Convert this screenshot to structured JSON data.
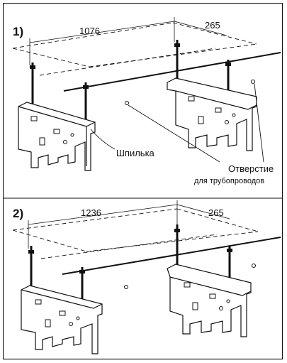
{
  "panels": [
    {
      "number": "1)",
      "dim_spacing": "1076",
      "dim_side": "265",
      "label_rod": "Шпилька",
      "label_hole_line1": "Отверстие",
      "label_hole_line2": "для трубопроводов"
    },
    {
      "number": "2)",
      "dim_spacing": "1236",
      "dim_side": "265"
    }
  ],
  "colors": {
    "ink": "#111111",
    "background": "#ffffff"
  }
}
